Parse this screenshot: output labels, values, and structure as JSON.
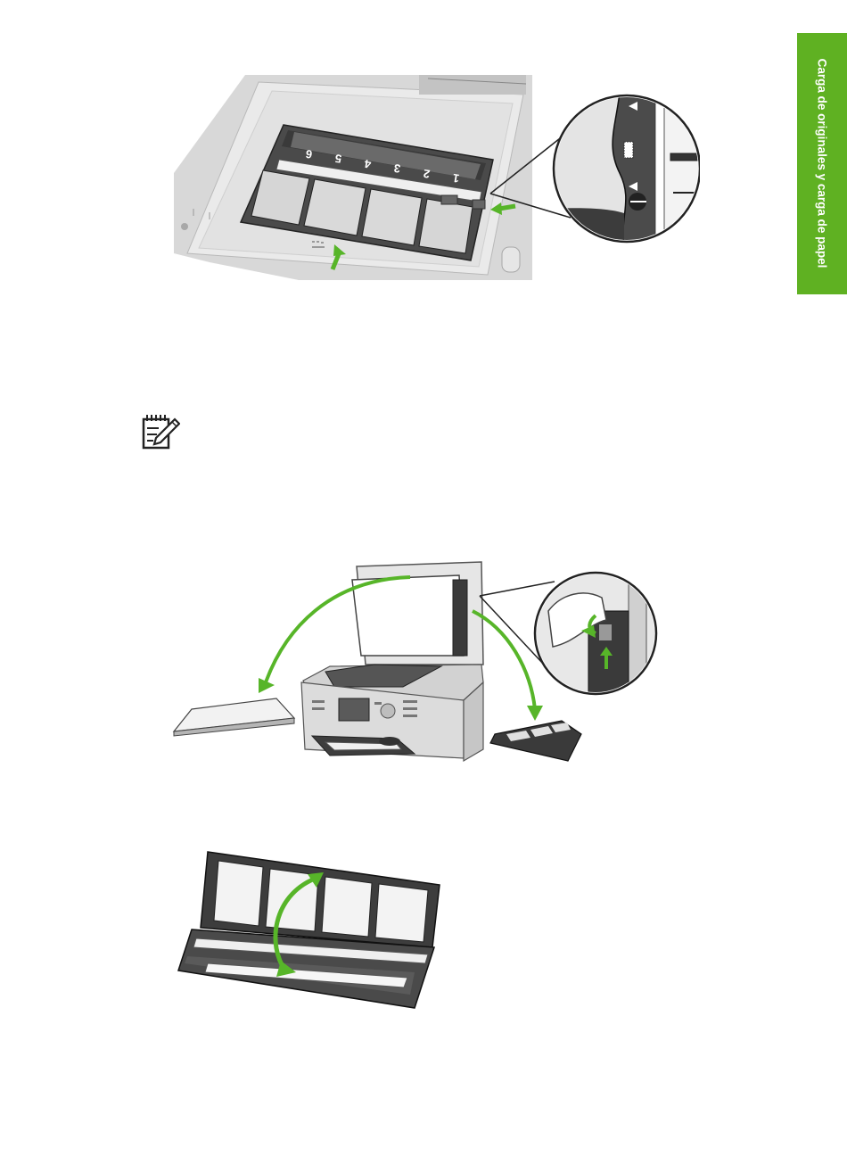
{
  "side_tab": {
    "label": "Carga de originales y carga de papel",
    "color": "#5fb122"
  },
  "figure1": {
    "frame_numbers": [
      "6",
      "5",
      "4",
      "3",
      "2",
      "1"
    ]
  },
  "note": {
    "icon": "note-pencil-icon"
  },
  "colors": {
    "arrow": "#57b529"
  }
}
